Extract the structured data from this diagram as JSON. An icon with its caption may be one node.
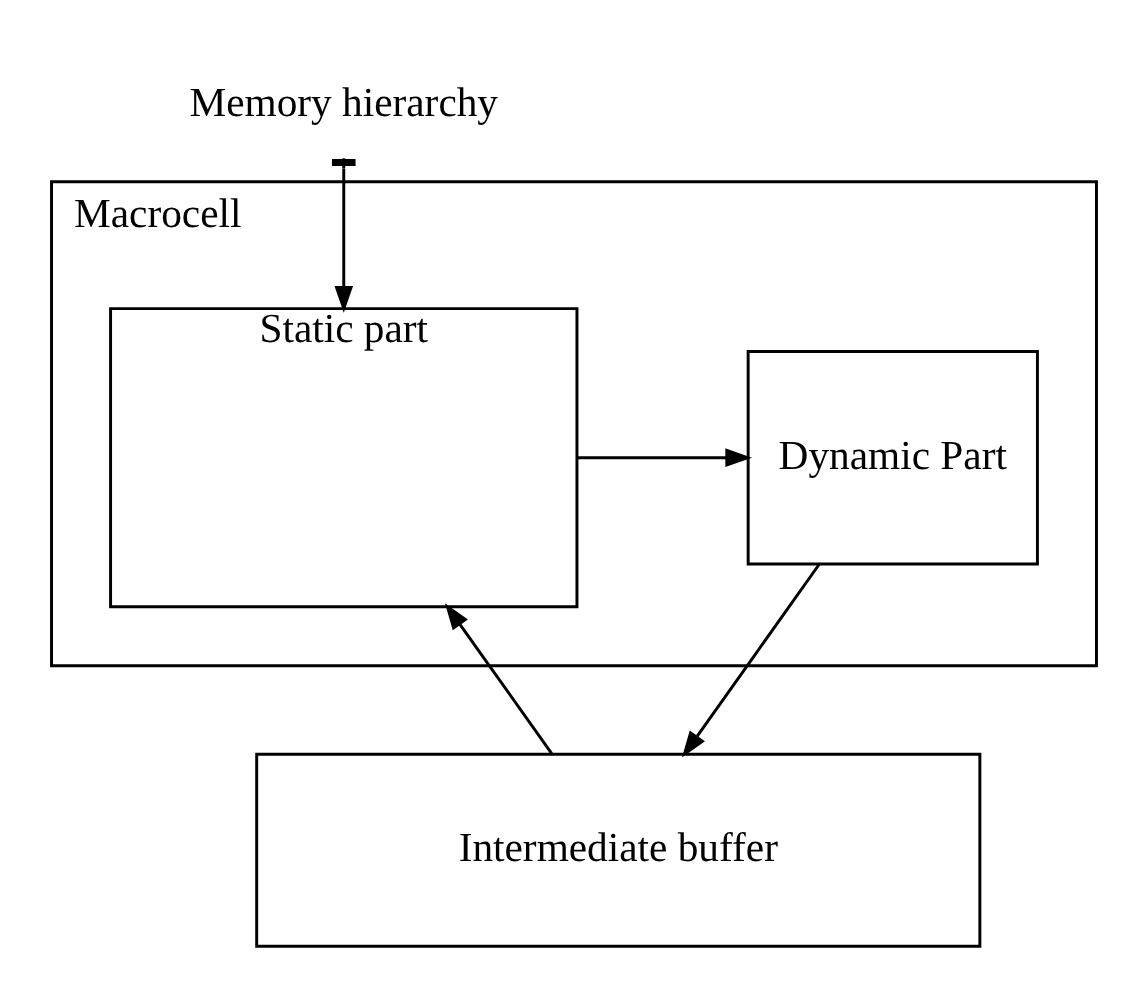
{
  "diagram": {
    "nodes": [
      {
        "text": [
          "Macrocell"
        ]
      },
      {
        "text": [
          "Static part"
        ],
        "in": 0
      },
      {
        "text": [
          "Dynamic Part"
        ],
        "in": 0
      },
      {
        "text": [
          "Intermediate buffer"
        ]
      },
      {
        "text": [
          "Memory hierarchy"
        ]
      }
    ],
    "edges": [
      {
        "from": 1,
        "to": 2,
        "arrow": "to"
      },
      {
        "from": 2,
        "to": 3,
        "arrow": "to"
      },
      {
        "from": 4,
        "to": 1,
        "arrow": "to"
      },
      {
        "from": 3,
        "to": 1,
        "arrow": "to"
      }
    ]
  }
}
